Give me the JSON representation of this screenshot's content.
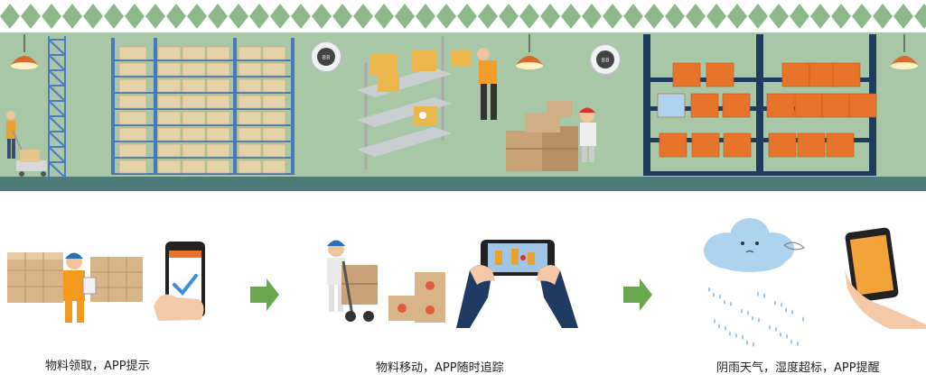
{
  "colors": {
    "wall": "#a8c7a6",
    "floor": "#4e7b78",
    "rack_dark": "#1f3b5e",
    "box_orange": "#e8732a",
    "arrow_green": "#6aa84f",
    "phone_screen": "#ffffff",
    "check_blue": "#3a8ee6"
  },
  "icons": [
    "pendant-lamp-icon",
    "wall-clock-icon",
    "forklift-worker-icon",
    "rain-cloud-icon",
    "smartphone-icon",
    "check-icon",
    "hand-truck-icon"
  ],
  "steps": [
    {
      "caption": "物料领取，APP提示"
    },
    {
      "caption": "物料移动，APP随时追踪"
    },
    {
      "caption": "阴雨天气，湿度超标，APP提醒"
    }
  ]
}
